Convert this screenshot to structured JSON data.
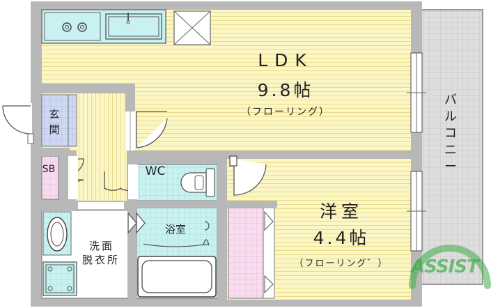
{
  "rooms": {
    "ldk": {
      "name": "LDK",
      "size": "9.8帖",
      "floor": "（フローリング）"
    },
    "western": {
      "name": "洋室",
      "size": "4.4帖",
      "floor": "（フローリング゛）"
    },
    "entrance": {
      "name": "玄関"
    },
    "storage": {
      "name": "SB"
    },
    "toilet": {
      "name": "WC"
    },
    "bathroom": {
      "name": "浴室"
    },
    "washroom": {
      "line1": "洗面",
      "line2": "脱衣所"
    },
    "balcony": {
      "name": "バルコニー"
    }
  },
  "logo": {
    "text": "ASSIST"
  },
  "colors": {
    "ldk_floor": "#fbf6c4",
    "wet_area": "#c8f0f0",
    "entrance": "#c8d4f0",
    "closet": "#f7d7ef",
    "balcony": "#d6d6d6",
    "wall": "#b8b8b8",
    "logo": "#3fae49"
  }
}
